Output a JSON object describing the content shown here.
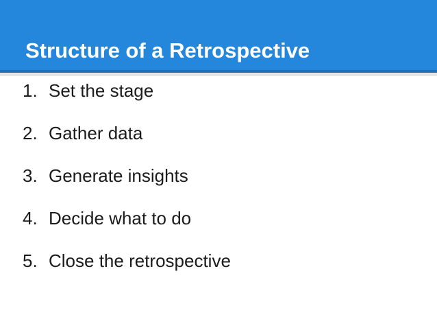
{
  "slide": {
    "title": "Structure of a Retrospective",
    "list": {
      "items": [
        {
          "number": "1.",
          "label": "Set the stage"
        },
        {
          "number": "2.",
          "label": "Gather data"
        },
        {
          "number": "3.",
          "label": "Generate insights"
        },
        {
          "number": "4.",
          "label": "Decide what to do"
        },
        {
          "number": "5.",
          "label": "Close the retrospective"
        }
      ]
    },
    "colors": {
      "header_bg": "#2487DC",
      "header_border": "#2070B8",
      "title_text": "#FFFFFF",
      "body_text": "#1B1B1B",
      "background": "#FFFFFF"
    }
  }
}
